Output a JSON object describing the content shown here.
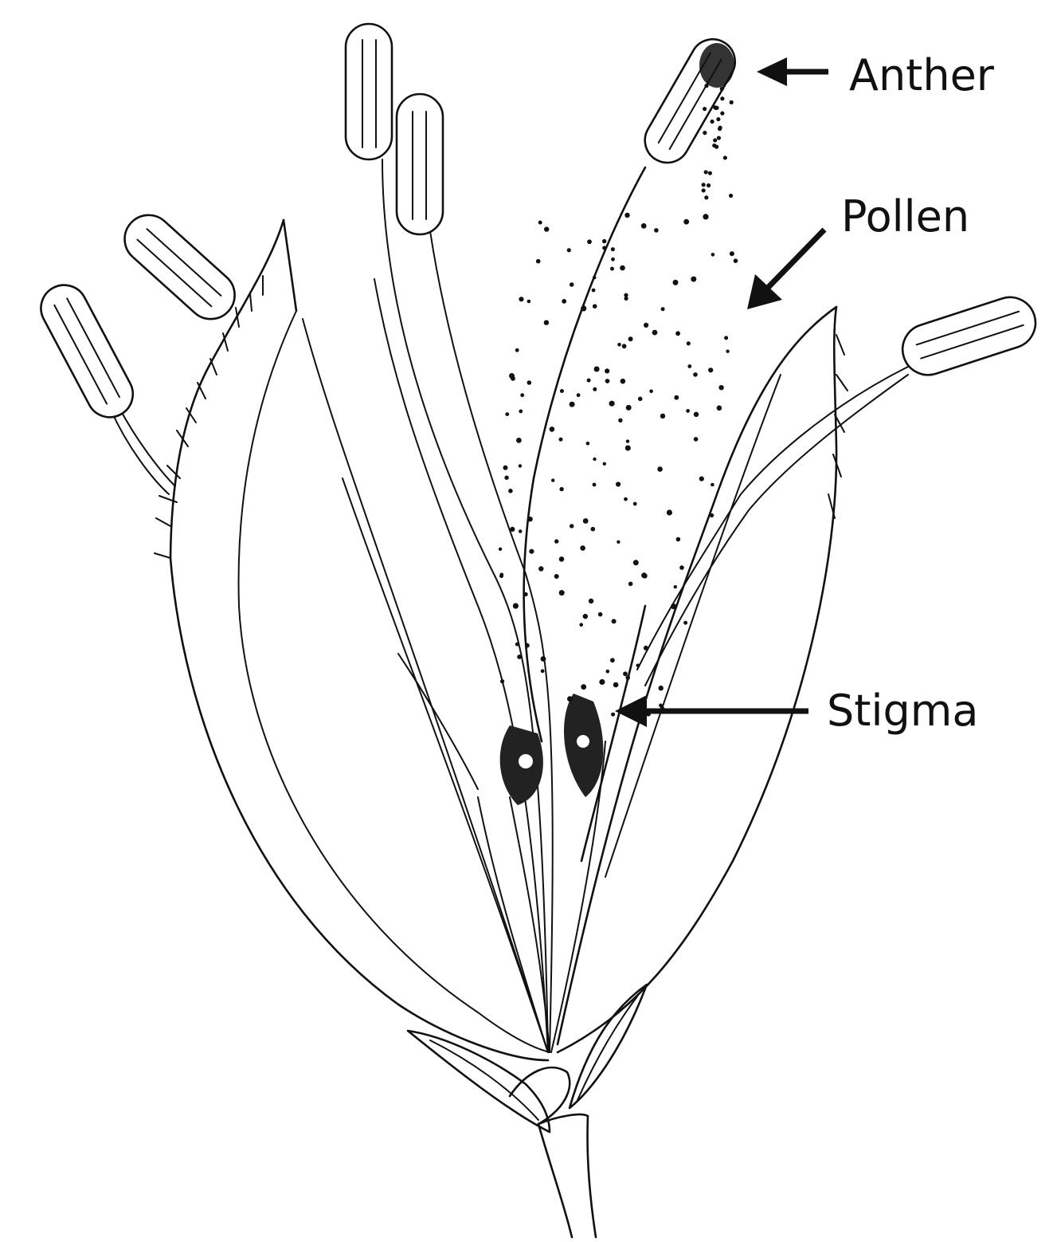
{
  "labels": {
    "anther": "Anther",
    "pollen": "Pollen",
    "stigma": "Stigma"
  },
  "colors": {
    "ink": "#111111",
    "background": "#ffffff"
  }
}
